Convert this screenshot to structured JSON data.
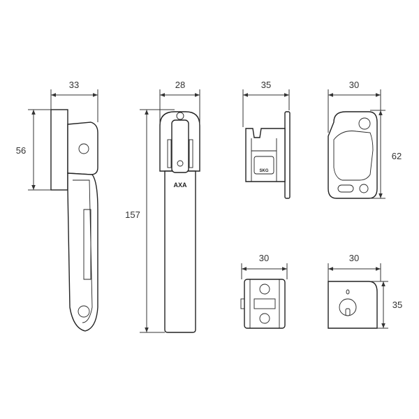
{
  "dimensions": {
    "side_view_width": "33",
    "side_view_height": "56",
    "front_view_width": "28",
    "front_view_height": "157",
    "keeper_side_width": "35",
    "keeper_front_width": "30",
    "keeper_front_height": "62",
    "spacer_width": "30",
    "lock_cover_width": "30",
    "lock_cover_height": "35"
  },
  "brand_marks": {
    "handle_logo": "AXA",
    "certification_logo": "SKG"
  }
}
